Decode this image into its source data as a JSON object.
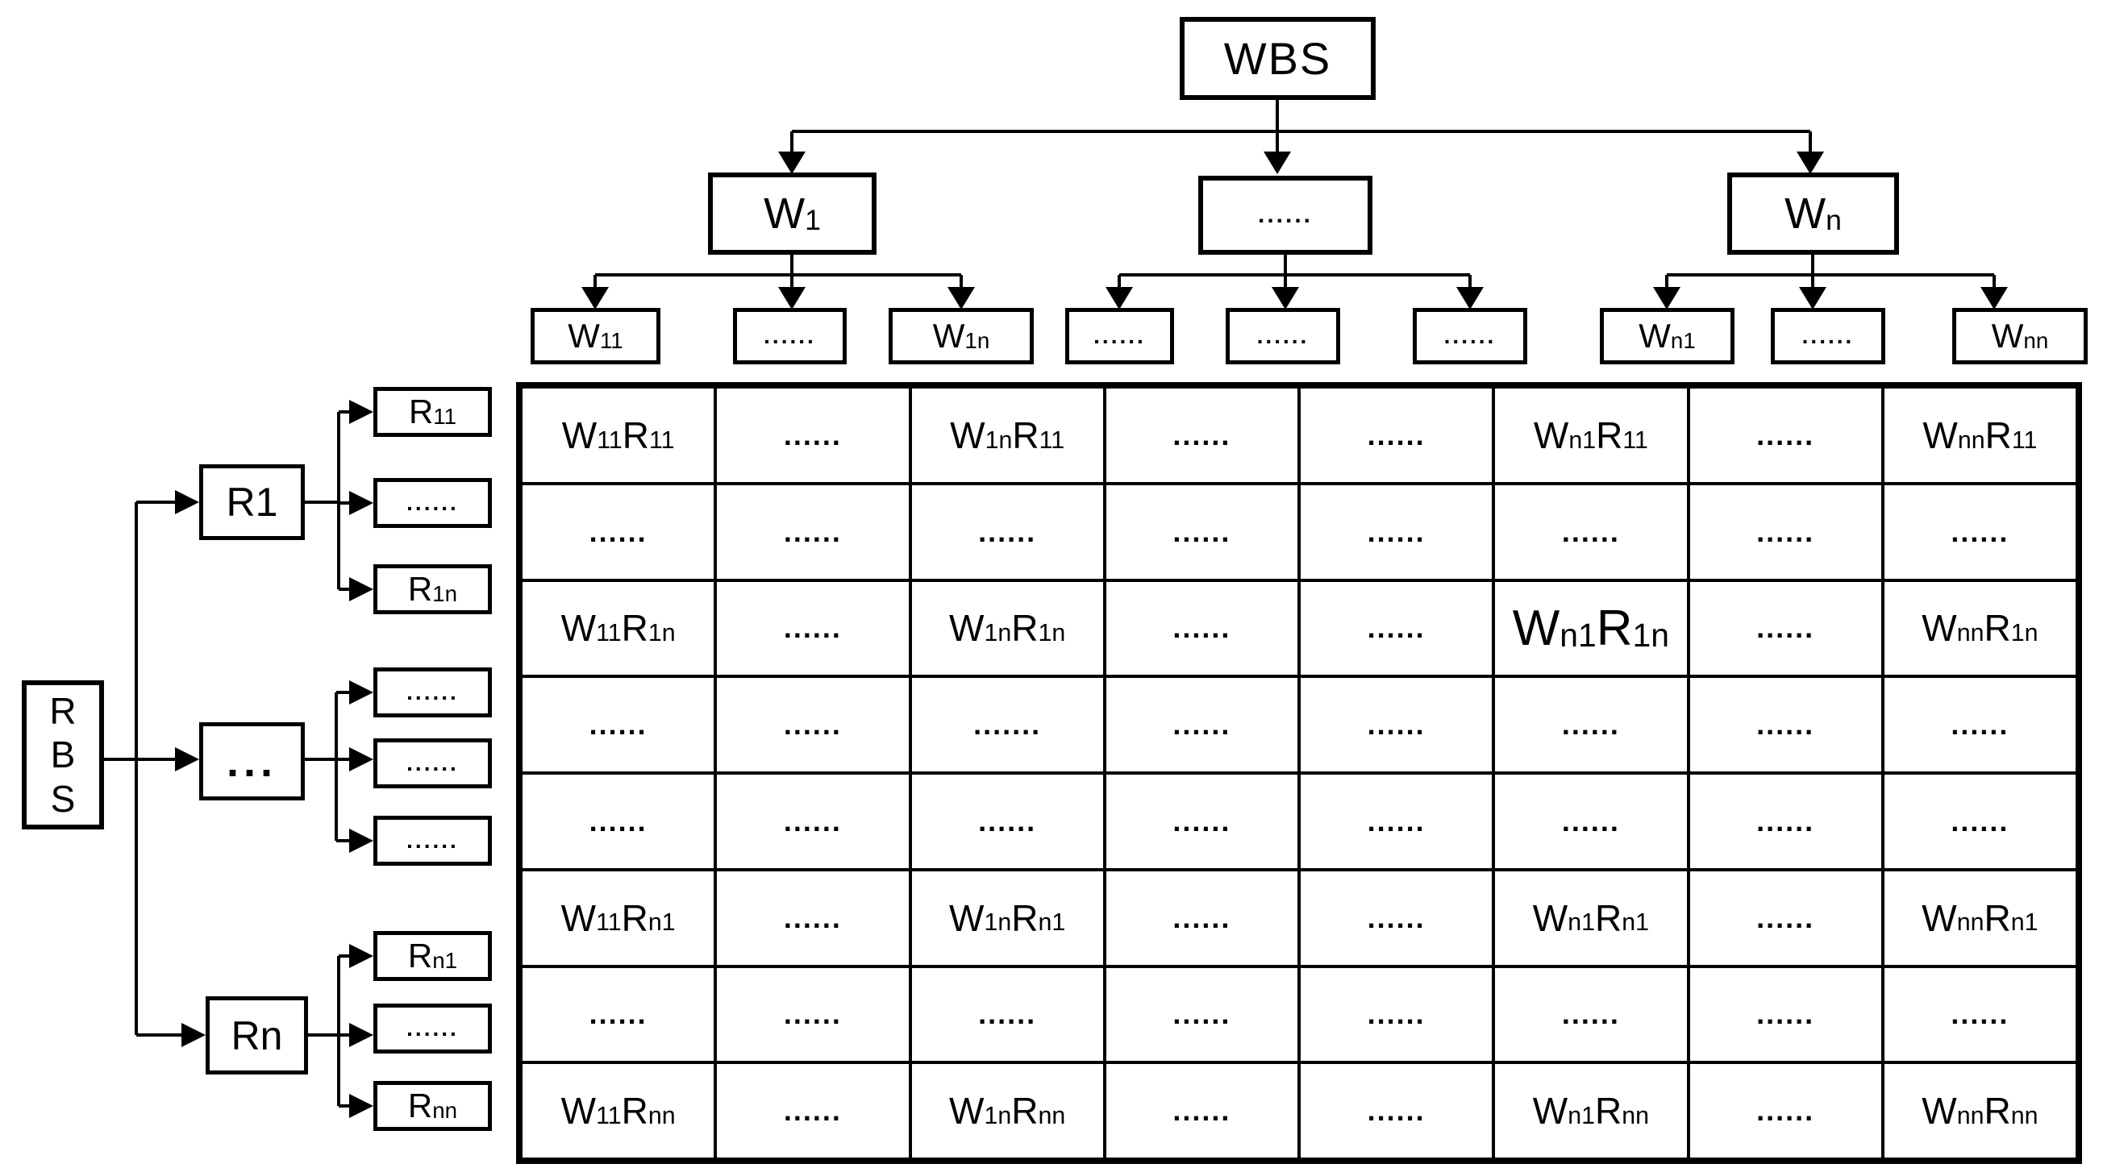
{
  "wbs_tree": {
    "root": "WBS",
    "level1": [
      "W{1}",
      "......",
      "W{n}"
    ],
    "level2": [
      "W{11}",
      "......",
      "W{1n}",
      "......",
      "......",
      "......",
      "W{n1}",
      "......",
      "W{nn}"
    ]
  },
  "rbs_tree": {
    "root_lines": [
      "R",
      "B",
      "S"
    ],
    "level1": [
      "R1",
      "...",
      "Rn"
    ],
    "level2": [
      "R{11}",
      "......",
      "R{1n}",
      "......",
      "......",
      "......",
      "R{n1}",
      "......",
      "R{nn}"
    ]
  },
  "matrix": {
    "rows": [
      [
        "W{11}R{11}",
        "......",
        "W{1n}R{11}",
        "......",
        "......",
        "W{n1}R{11}",
        "......",
        "W{nn}R{11}"
      ],
      [
        "......",
        "......",
        "......",
        "......",
        "......",
        "......",
        "......",
        "......"
      ],
      [
        "W{11}R{1n}",
        "......",
        "W{1n}R{1n}",
        "......",
        "......",
        "W{n1}R{1n}",
        "......",
        "W{nn}R{1n}"
      ],
      [
        "......",
        "......",
        ".......",
        "......",
        "......",
        "......",
        "......",
        "......"
      ],
      [
        "......",
        "......",
        "......",
        "......",
        "......",
        "......",
        "......",
        "......"
      ],
      [
        "W{11}R{n1}",
        "......",
        "W{1n}R{n1}",
        "......",
        "......",
        "W{n1}R{n1}",
        "......",
        "W{nn}R{n1}"
      ],
      [
        "......",
        "......",
        "......",
        "......",
        "......",
        "......",
        "......",
        "......"
      ],
      [
        "W{11}R{nn}",
        "......",
        "W{1n}R{nn}",
        "......",
        "......",
        "W{n1}R{nn}",
        "......",
        "W{nn}R{nn}"
      ]
    ],
    "emphasized_cell": {
      "row": 2,
      "col": 5
    }
  },
  "colors": {
    "line": "#000000",
    "background": "#ffffff",
    "text": "#000000"
  }
}
